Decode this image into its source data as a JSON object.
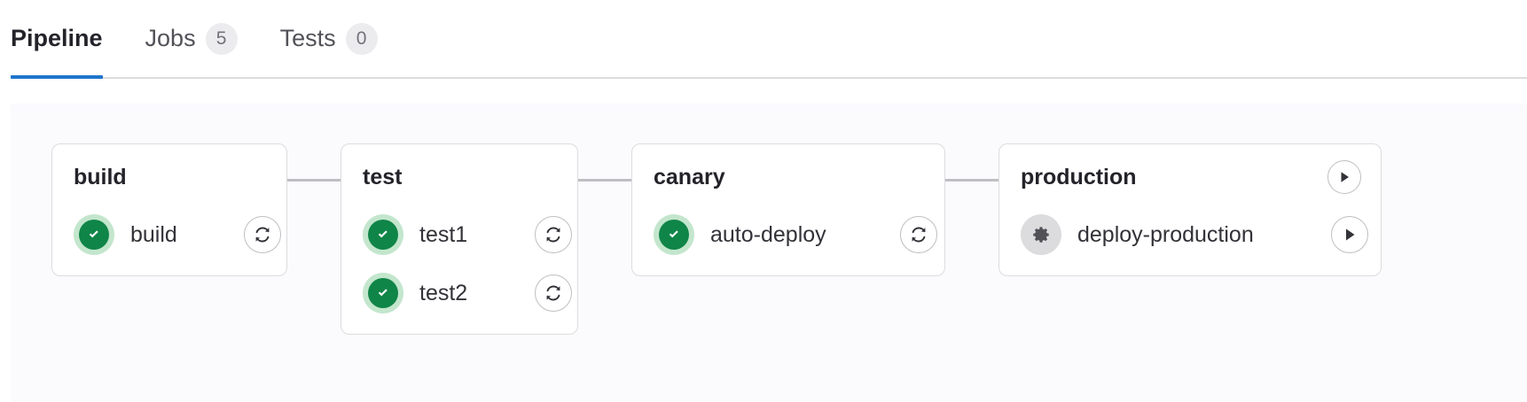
{
  "tabs": [
    {
      "label": "Pipeline",
      "badge": null,
      "active": true,
      "name": "tab-pipeline"
    },
    {
      "label": "Jobs",
      "badge": "5",
      "active": false,
      "name": "tab-jobs"
    },
    {
      "label": "Tests",
      "badge": "0",
      "active": false,
      "name": "tab-tests"
    }
  ],
  "colors": {
    "accent_blue": "#1f75cb",
    "success_green": "#108548",
    "success_halo": "#c3e6cd",
    "manual_gray": "#dcdcde",
    "canvas_bg": "#fbfafd",
    "card_border": "#dcdcde",
    "connector": "#bfbfc3",
    "text_primary": "#24232a",
    "text_secondary": "#535158",
    "badge_bg": "#ececef"
  },
  "pipeline": {
    "stages": [
      {
        "name": "build",
        "header_action": null,
        "jobs": [
          {
            "name": "build",
            "status": "success",
            "status_icon": "check-circle-icon",
            "action": "retry",
            "action_icon": "retry-icon"
          }
        ]
      },
      {
        "name": "test",
        "header_action": null,
        "jobs": [
          {
            "name": "test1",
            "status": "success",
            "status_icon": "check-circle-icon",
            "action": "retry",
            "action_icon": "retry-icon"
          },
          {
            "name": "test2",
            "status": "success",
            "status_icon": "check-circle-icon",
            "action": "retry",
            "action_icon": "retry-icon"
          }
        ]
      },
      {
        "name": "canary",
        "header_action": null,
        "jobs": [
          {
            "name": "auto-deploy",
            "status": "success",
            "status_icon": "check-circle-icon",
            "action": "retry",
            "action_icon": "retry-icon"
          }
        ]
      },
      {
        "name": "production",
        "header_action": "play",
        "header_action_icon": "play-icon",
        "jobs": [
          {
            "name": "deploy-production",
            "status": "manual",
            "status_icon": "gear-icon",
            "action": "play",
            "action_icon": "play-icon"
          }
        ]
      }
    ]
  }
}
